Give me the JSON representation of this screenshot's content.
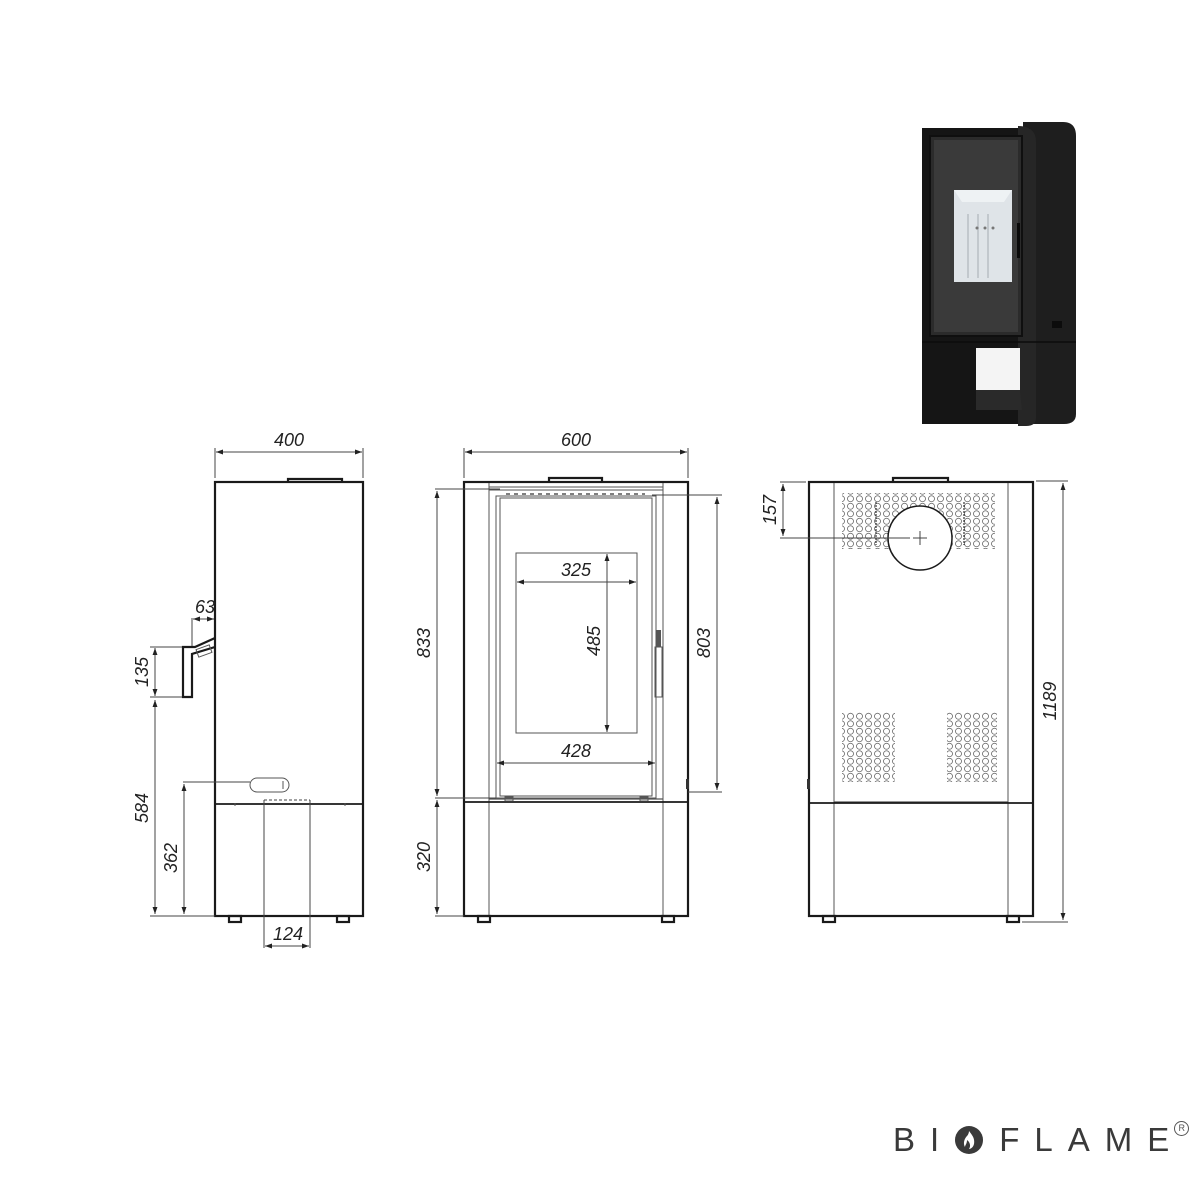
{
  "brand": {
    "name_prefix": "BI",
    "name_suffix": "FLAME",
    "registered_mark": "R",
    "logo_icon": "flame-in-circle-icon",
    "color": "#3a3a3a"
  },
  "product_photo": {
    "description": "black freestanding wood stove with glass door and open log storage base",
    "body_color": "#1c1c1c",
    "firebox_color": "#e8ecef"
  },
  "side_view": {
    "label": "side-view",
    "dimensions": {
      "width": "400",
      "flue_offset": "63",
      "flue_height": "135",
      "flue_to_floor": "584",
      "air_intake_height": "362",
      "air_intake_width": "124"
    }
  },
  "front_view": {
    "label": "front-view",
    "dimensions": {
      "width": "600",
      "glass_width": "325",
      "glass_height": "485",
      "door_width": "428",
      "body_height": "833",
      "door_height": "803",
      "base_height": "320"
    }
  },
  "back_view": {
    "label": "back-view",
    "dimensions": {
      "flue_center_from_top": "157",
      "total_height": "1189"
    }
  }
}
